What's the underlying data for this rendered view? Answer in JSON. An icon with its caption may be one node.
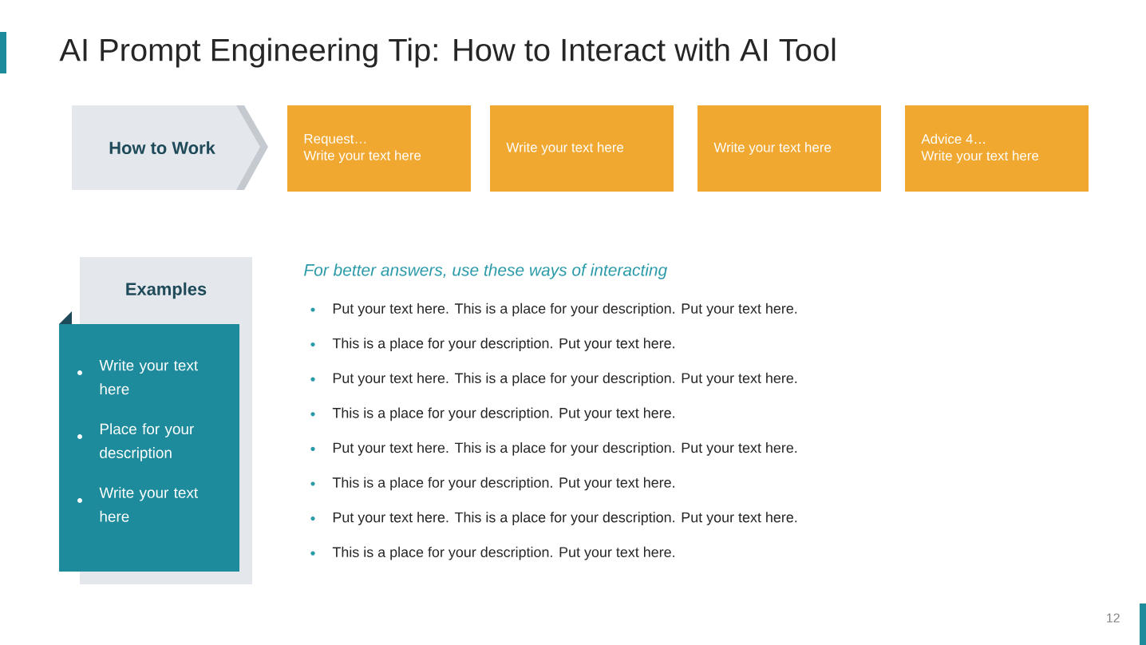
{
  "diagram": {
    "title": "AI Prompt Engineering Tip: How to Interact with AI Tool",
    "nodes": [
      {
        "text": [
          "How to Work"
        ]
      },
      {
        "text": [
          "Request…",
          "Write your text here"
        ]
      },
      {
        "text": [
          "Write your text here"
        ]
      },
      {
        "text": [
          "Write your text here"
        ]
      },
      {
        "text": [
          "Advice 4…",
          "Write your text here"
        ]
      },
      {
        "text": [
          "Examples"
        ]
      },
      {
        "text": [
          "Write your text here",
          "Place for your description",
          "Write your text here"
        ]
      }
    ],
    "labels": [
      "For better answers, use these ways of interacting",
      "Put your text here. This is a place for your description. Put your text here.",
      "This is a place for your description. Put your text here.",
      "Put your text here. This is a place for your description. Put your text here.",
      "This is a place for your description. Put your text here.",
      "Put your text here. This is a place for your description. Put your text here.",
      "This is a place for your description. Put your text here.",
      "Put your text here. This is a place for your description. Put your text here.",
      "This is a place for your description. Put your text here.",
      "12"
    ]
  }
}
